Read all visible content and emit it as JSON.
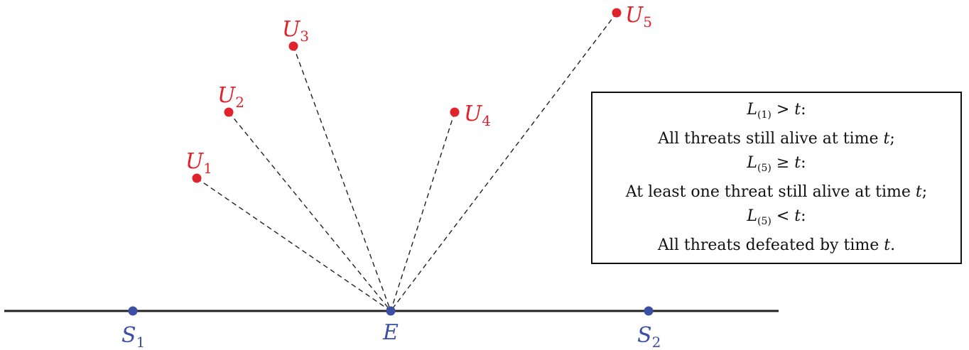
{
  "diagram": {
    "baseline_color": "#222222",
    "threat_color": "#e0232b",
    "base_color": "#3b4fa3",
    "threats": [
      {
        "id": "U1",
        "letter": "U",
        "sub": "1"
      },
      {
        "id": "U2",
        "letter": "U",
        "sub": "2"
      },
      {
        "id": "U3",
        "letter": "U",
        "sub": "3"
      },
      {
        "id": "U4",
        "letter": "U",
        "sub": "4"
      },
      {
        "id": "U5",
        "letter": "U",
        "sub": "5"
      }
    ],
    "bases": [
      {
        "id": "S1",
        "letter": "S",
        "sub": "1"
      },
      {
        "id": "E",
        "letter": "E",
        "sub": ""
      },
      {
        "id": "S2",
        "letter": "S",
        "sub": "2"
      }
    ]
  },
  "legend": {
    "lines": [
      {
        "L": "L",
        "sub": "(1)",
        "rel": " > ",
        "t": "t",
        "tail": ":"
      },
      {
        "text": "All threats still alive at time ",
        "t": "t",
        "tail": ";"
      },
      {
        "L": "L",
        "sub": "(5)",
        "rel": " ≥ ",
        "t": "t",
        "tail": ":"
      },
      {
        "text": "At least one threat still alive at time ",
        "t": "t",
        "tail": ";"
      },
      {
        "L": "L",
        "sub": "(5)",
        "rel": " < ",
        "t": "t",
        "tail": ":"
      },
      {
        "text": "All threats defeated by time ",
        "t": "t",
        "tail": "."
      }
    ]
  }
}
